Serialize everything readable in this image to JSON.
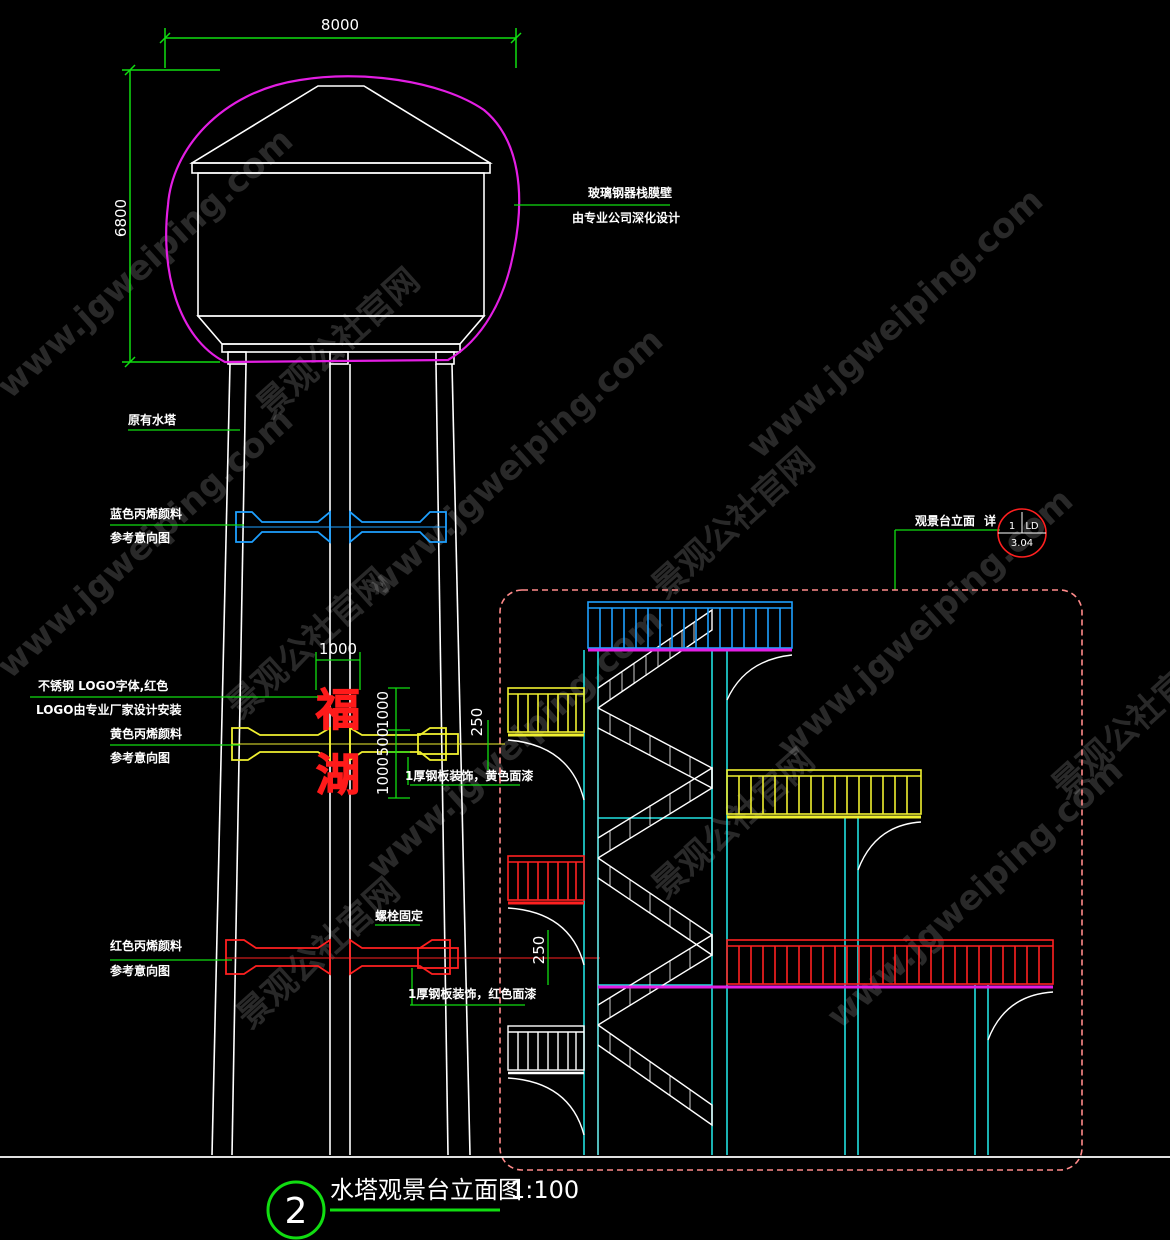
{
  "dimensions": {
    "width_top": "8000",
    "height_tank": "6800",
    "logo_width": "1000",
    "logo_stack": [
      "1000",
      "500",
      "1000"
    ],
    "yellow_band": "250",
    "red_band": "250"
  },
  "labels": {
    "glass_steel_shell": "玻璃钢器栈膜壁",
    "glass_steel_shell_note": "由专业公司深化设计",
    "original_tower": "原有水塔",
    "blue_paint": "蓝色丙烯颜料",
    "blue_paint_ref": "参考意向图",
    "logo_note1": "不锈钢 LOGO字体,红色",
    "logo_note2": "LOGO由专业厂家设计安装",
    "yellow_paint": "黄色丙烯颜料",
    "yellow_paint_ref": "参考意向图",
    "yellow_plate": "1厚钢板装饰，黄色面漆",
    "bolt_fixed": "螺栓固定",
    "red_paint": "红色丙烯颜料",
    "red_paint_ref": "参考意向图",
    "red_plate": "1厚钢板装饰，红色面漆",
    "platform_elev": "观景台立面",
    "platform_elev_suffix": "详",
    "detail_ref_top": "1",
    "detail_ref_top_b": "LD",
    "detail_ref_bottom": "3.04"
  },
  "logo_chars": [
    "福",
    "湖"
  ],
  "title": {
    "number": "2",
    "text": "水塔观景台立面图",
    "scale": "1:100"
  },
  "watermarks": [
    "www.jgweiping.com",
    "景观公社官网"
  ],
  "colors": {
    "background": "#000000",
    "structure": "#ffffff",
    "shell": "#e31ee3",
    "dimension": "#11dd11",
    "blue_band": "#1ea0ff",
    "yellow": "#f0f030",
    "red": "#ff2020",
    "cyan": "#20e0e0",
    "boundary": "#ff8a8a"
  }
}
